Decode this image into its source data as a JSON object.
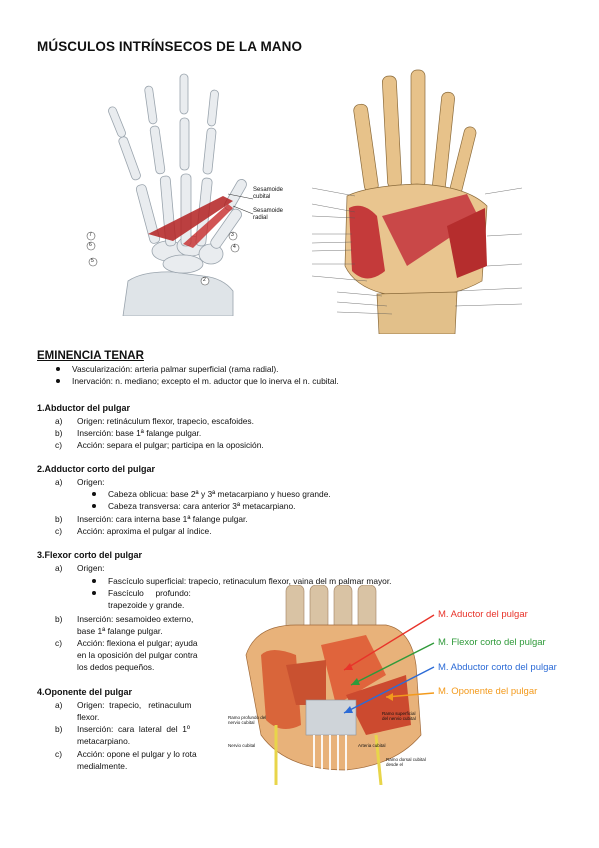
{
  "title": "MÚSCULOS INTRÍNSECOS DE LA MANO",
  "figure1": {
    "labels": {
      "sesamoideo_cubital": "Sesamoideo cubital",
      "sesamoideo_radial": "Sesamoideo radial",
      "num_2": "2",
      "num_3": "3",
      "num_4": "4",
      "num_5": "5",
      "num_6": "6",
      "num_7": "7"
    }
  },
  "section_tenar": {
    "heading": "EMINENCIA TENAR",
    "bullets": [
      "Vascularización: arteria palmar superficial (rama radial).",
      "Inervación: n. mediano; excepto el m. aductor que lo inerva el n. cubital."
    ]
  },
  "muscles": [
    {
      "title": "1.Abductor del pulgar",
      "items": [
        {
          "letter": "a)",
          "text": "Origen: retináculum flexor, trapecio, escafoides."
        },
        {
          "letter": "b)",
          "text": "Inserción: base 1ª falange pulgar."
        },
        {
          "letter": "c)",
          "text": "Acción: separa el pulgar; participa en la oposición."
        }
      ]
    },
    {
      "title": "2.Adductor corto del pulgar",
      "items": [
        {
          "letter": "a)",
          "text": "Origen:"
        },
        {
          "letter": "b)",
          "text": "Inserción: cara interna base 1ª falange pulgar."
        },
        {
          "letter": "c)",
          "text": "Acción: aproxima el pulgar al índice."
        }
      ],
      "sub": [
        "Cabeza oblicua: base 2ª y 3ª metacarpiano y hueso grande.",
        "Cabeza transversa: cara anterior 3ª metacarpiano."
      ]
    },
    {
      "title": "3.Flexor corto del pulgar",
      "items": [
        {
          "letter": "a)",
          "text": "Origen:"
        },
        {
          "letter": "b)",
          "text": "Inserción: sesamoideo externo,"
        },
        {
          "letter": "",
          "text": "base 1ª falange pulgar."
        },
        {
          "letter": "c)",
          "text": "Acción: flexiona el pulgar; ayuda"
        },
        {
          "letter": "",
          "text": "en la oposición del pulgar contra"
        },
        {
          "letter": "",
          "text": "los dedos pequeños."
        }
      ],
      "sub": [
        "Fascículo superficial: trapecio, retinaculum flexor, vaina del m palmar mayor.",
        "Fascículo     profundo:",
        "trapezoide y grande."
      ]
    },
    {
      "title": "4.Oponente del pulgar",
      "items": [
        {
          "letter": "a)",
          "text": "Origen:  trapecio,   retinaculum"
        },
        {
          "letter": "",
          "text": "flexor."
        },
        {
          "letter": "b)",
          "text": "Inserción:  cara  lateral  del  1º"
        },
        {
          "letter": "",
          "text": "metacarpiano."
        },
        {
          "letter": "c)",
          "text": "Acción: opone el pulgar y lo rota"
        },
        {
          "letter": "",
          "text": "medialmente."
        }
      ]
    }
  ],
  "figure3": {
    "legend": [
      {
        "text": "M. Aductor del pulgar",
        "color": "#e8332a"
      },
      {
        "text": "M. Flexor corto del pulgar",
        "color": "#2f9a3a"
      },
      {
        "text": "M. Abductor corto del pulgar",
        "color": "#2c6bd6"
      },
      {
        "text": "M. Oponente del pulgar",
        "color": "#f39a1c"
      }
    ],
    "labels": {
      "ramo_profundo": "Ramo profundo del nervio cubital",
      "nervio_cubital": "Nervio cubital",
      "arteria_cubital": "Arteria cubital",
      "ramo_superficial": "Ramo superficial del nervio cubital",
      "ramo_dorsal": "Ramo dorsal cubital desde el"
    }
  }
}
